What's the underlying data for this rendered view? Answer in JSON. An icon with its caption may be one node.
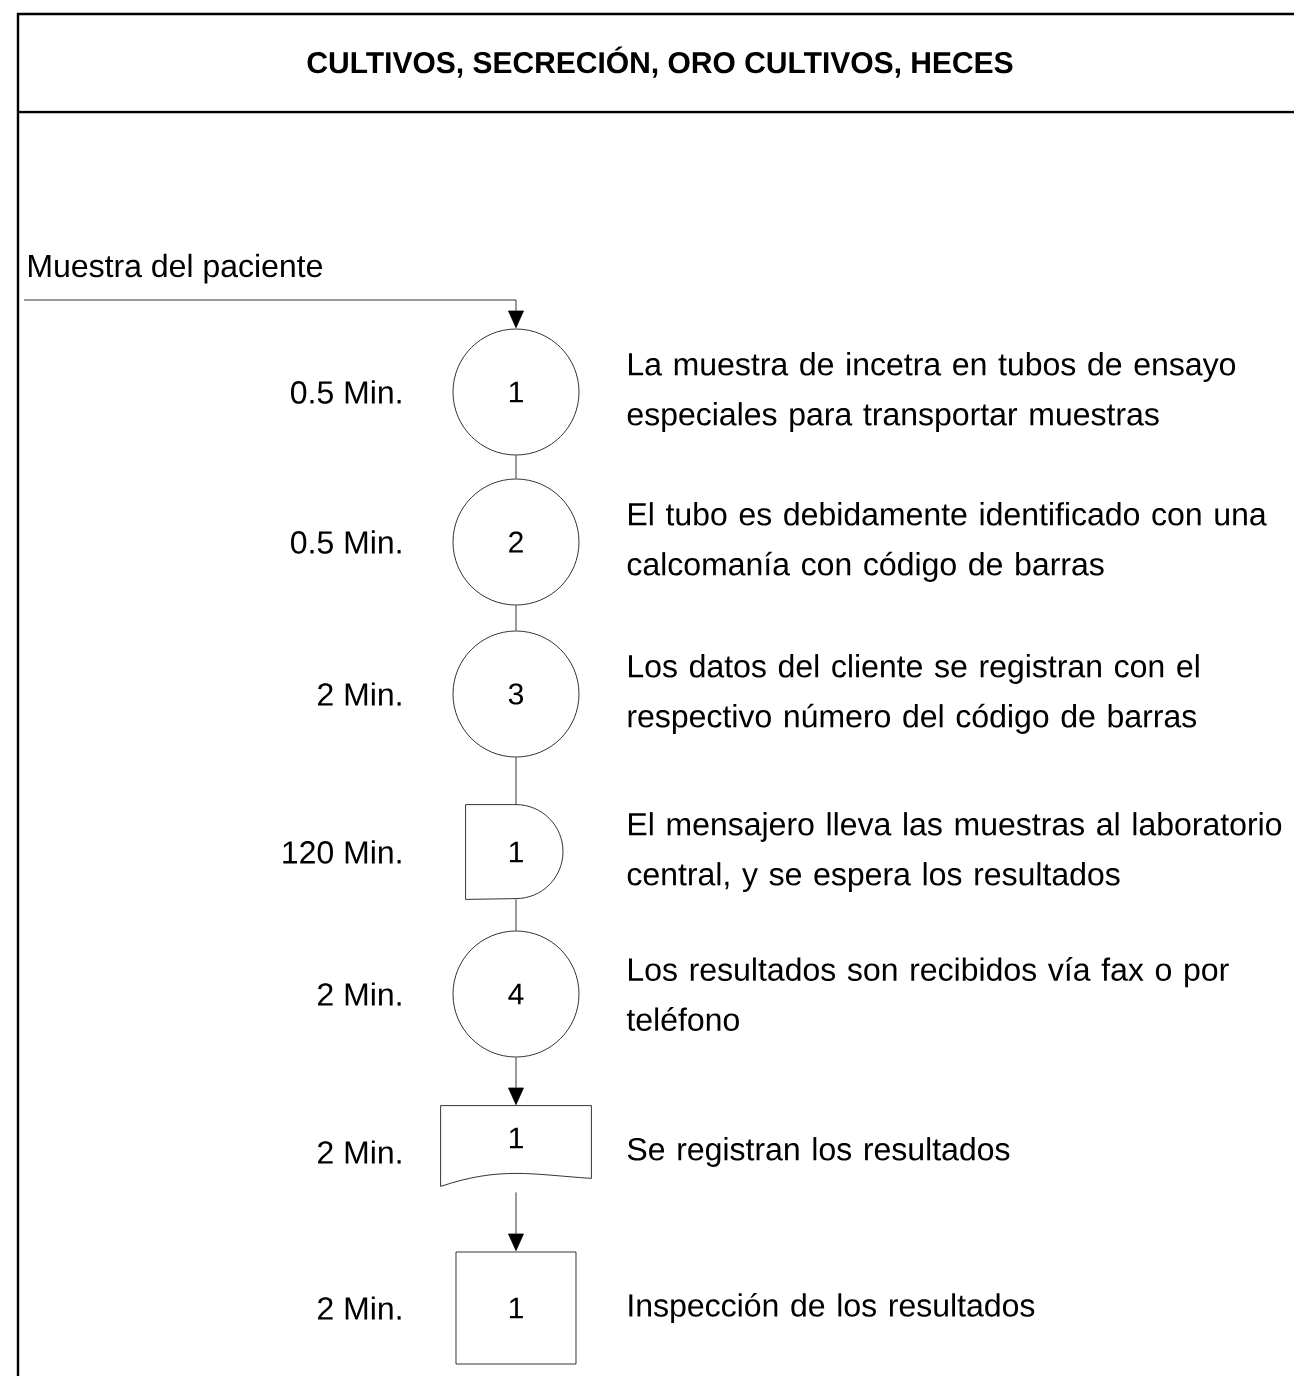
{
  "diagram": {
    "title": "CULTIVOS, SECRECIÓN, ORO CULTIVOS, HECES",
    "nodes": [
      {
        "text": [
          "Muestra del paciente"
        ]
      },
      {
        "text": [
          "1"
        ],
        "beside": [
          "0.5 Min.",
          "La muestra de incetra en tubos de ensayo especiales para transportar muestras"
        ]
      },
      {
        "text": [
          "2"
        ],
        "beside": [
          "0.5 Min.",
          "El tubo es debidamente identificado con una calcomanía con código de barras"
        ]
      },
      {
        "text": [
          "3"
        ],
        "beside": [
          "2 Min.",
          "Los datos del cliente se registran con el respectivo número del código de barras"
        ]
      },
      {
        "text": [
          "1"
        ],
        "beside": [
          "120 Min.",
          "El mensajero lleva las muestras al laboratorio central, y se espera los resultados"
        ]
      },
      {
        "text": [
          "4"
        ],
        "beside": [
          "2 Min.",
          "Los resultados son recibidos vía fax o por teléfono"
        ]
      },
      {
        "text": [
          "1"
        ],
        "beside": [
          "2 Min.",
          "Se registran los resultados"
        ]
      },
      {
        "text": [
          "1"
        ],
        "beside": [
          "2 Min.",
          "Inspección de los resultados"
        ]
      }
    ],
    "edges": [
      {
        "from": 0,
        "to": 1,
        "arrow": "to"
      },
      {
        "from": 1,
        "to": 2,
        "arrow": "none"
      },
      {
        "from": 2,
        "to": 3,
        "arrow": "none"
      },
      {
        "from": 3,
        "to": 4,
        "arrow": "none"
      },
      {
        "from": 4,
        "to": 5,
        "arrow": "none"
      },
      {
        "from": 5,
        "to": 6,
        "arrow": "to"
      },
      {
        "from": 6,
        "to": 7,
        "arrow": "to"
      }
    ]
  }
}
